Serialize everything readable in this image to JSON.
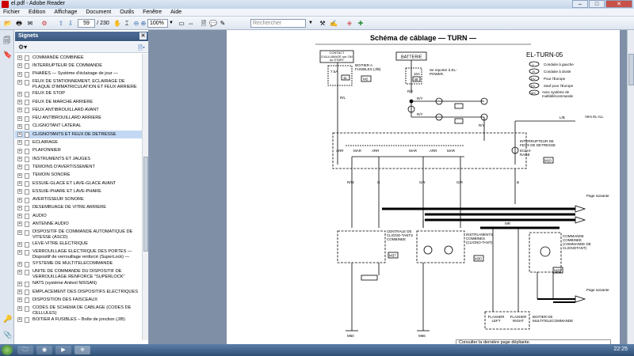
{
  "window": {
    "title": "el.pdf - Adobe Reader",
    "min": "–",
    "max": "□",
    "close": "✕"
  },
  "menu": [
    "Fichier",
    "Edition",
    "Affichage",
    "Document",
    "Outils",
    "Fenêtre",
    "Aide"
  ],
  "toolbar": {
    "page_current": "59",
    "page_total": "/ 230",
    "zoom": "100%",
    "search_placeholder": "Rechercher"
  },
  "signets": {
    "title": "Signets",
    "items": [
      {
        "label": "COMMANDE COMBINEE",
        "selected": false
      },
      {
        "label": "INTERRUPTEUR DE COMMANDE",
        "selected": false
      },
      {
        "label": "PHARES — Système d'éclairage de jour —",
        "selected": false
      },
      {
        "label": "FEUX DE STATIONNEMENT, ECLAIRAGE DE PLAQUE D'IMMATRICULATION ET FEUX ARRIERE",
        "selected": false
      },
      {
        "label": "FEUX DE STOP",
        "selected": false
      },
      {
        "label": "FEUX DE MARCHE ARRIERE",
        "selected": false
      },
      {
        "label": "FEUX ANTIBROUILLARD AVANT",
        "selected": false
      },
      {
        "label": "FEU ANTIBROUILLARD ARRIERE",
        "selected": false
      },
      {
        "label": "CLIGNOTANT LATERAL",
        "selected": false
      },
      {
        "label": "CLIGNOTANTS ET FEUX DE DETRESSE",
        "selected": true
      },
      {
        "label": "ECLAIRAGE",
        "selected": false
      },
      {
        "label": "PLAFONNIER",
        "selected": false
      },
      {
        "label": "INSTRUMENTS ET JAUGES",
        "selected": false
      },
      {
        "label": "TEMOINS D'AVERTISSEMENT",
        "selected": false
      },
      {
        "label": "TEMOIN SONORE",
        "selected": false
      },
      {
        "label": "ESSUIE-GLACE ET LAVE-GLACE AVANT",
        "selected": false
      },
      {
        "label": "ESSUIE-PHARE ET LAVE-PHARE",
        "selected": false
      },
      {
        "label": "AVERTISSEUR SONORE",
        "selected": false
      },
      {
        "label": "DESEMBUAGE DE VITRE ARRIERE",
        "selected": false
      },
      {
        "label": "AUDIO",
        "selected": false
      },
      {
        "label": "ANTENNE AUDIO",
        "selected": false
      },
      {
        "label": "DISPOSITIF DE COMMANDE AUTOMATIQUE DE VITESSE (ASCD)",
        "selected": false
      },
      {
        "label": "LEVE-VITRE ELECTRIQUE",
        "selected": false
      },
      {
        "label": "VERROUILLAGE ELECTRIQUE DES PORTES — Dispositif de verrouillage renforcé (SuperLock) —",
        "selected": false
      },
      {
        "label": "SYSTEME DE MULTITELECOMMANDE",
        "selected": false
      },
      {
        "label": "UNITE DE COMMANDE DU DISPOSITIF DE VERROUILLAGE RENFORCE \"SUPERLOCK\"",
        "selected": false
      },
      {
        "label": "NATS (système Antivol NISSAN)",
        "selected": false
      },
      {
        "label": "EMPLACEMENT DES DISPOSITIFS ELECTRIQUES",
        "selected": false
      },
      {
        "label": "DISPOSITION DES FAISCEAUX",
        "selected": false
      },
      {
        "label": "CODES DE SCHEMA DE CABLAGE (CODES DE CELLULES)",
        "selected": false
      },
      {
        "label": "BOITIER A FUSIBLES – Boîte de jonction (J/B)",
        "selected": false
      }
    ]
  },
  "diagram": {
    "title": "Schéma de câblage — TURN —",
    "code": "EL-TURN-05",
    "contact": "CONTACT D'ALLUMAGE sur ON ou START",
    "fusebox": "BOITIER A FUSIBLES (J/B)",
    "fuse1": "7.5A",
    "fuse1_n": "11",
    "fuse1_c": "M2",
    "batterie": "BATTERIE",
    "fuse2": "10A",
    "fuse2_n": "48",
    "report": "Se reporter à EL-POWER.",
    "legend": [
      {
        "code": "L",
        "text": "Conduite à gauche"
      },
      {
        "code": "R",
        "text": "Conduite à droite"
      },
      {
        "code": "EU",
        "text": "Pour l'Europe"
      },
      {
        "code": "EX",
        "text": "Sauf pour l'Europe"
      },
      {
        "code": "MX",
        "text": "Avec système de multitélécommande"
      }
    ],
    "wire_ra": "R/L",
    "wire_ry": "R/Y",
    "wire_lb": "L/B",
    "vers_ill": "Vers EL-ILL",
    "switch": "INTERRUPTEUR DE FEUX DE DETRESSE",
    "switch_c": "M10",
    "eclairage": "ECLAI-RAGE",
    "arr": "ARR",
    "mar": "MAR",
    "rw": "R/W",
    "g": "G",
    "gy": "G/Y",
    "gr": "G/R",
    "b": "B",
    "mr": "MR",
    "centrale": "CENTRALE DE CLIGNO-TANTS COMBINEE",
    "centrale_c": "M37",
    "instruments": "INSTRU-MENTS COMBINES (CLIGNO-TANT)",
    "instruments_c": "M30",
    "commande": "COMMANDE COMBINEE (COMMANDE DE CLIGNOTANT)",
    "commande_c": "M26",
    "page_suivante": "Page suivante",
    "flasher_left": "FLASHER LEFT",
    "flasher_right": "FLASHER RIGHT",
    "multitele": "BOITIER DE MULTITELECOMMANDE",
    "m50": "M50",
    "m66": "M66"
  },
  "status": {
    "text": "Consulter la dernière page dépliante."
  },
  "taskbar": {
    "clock": "22:25"
  }
}
